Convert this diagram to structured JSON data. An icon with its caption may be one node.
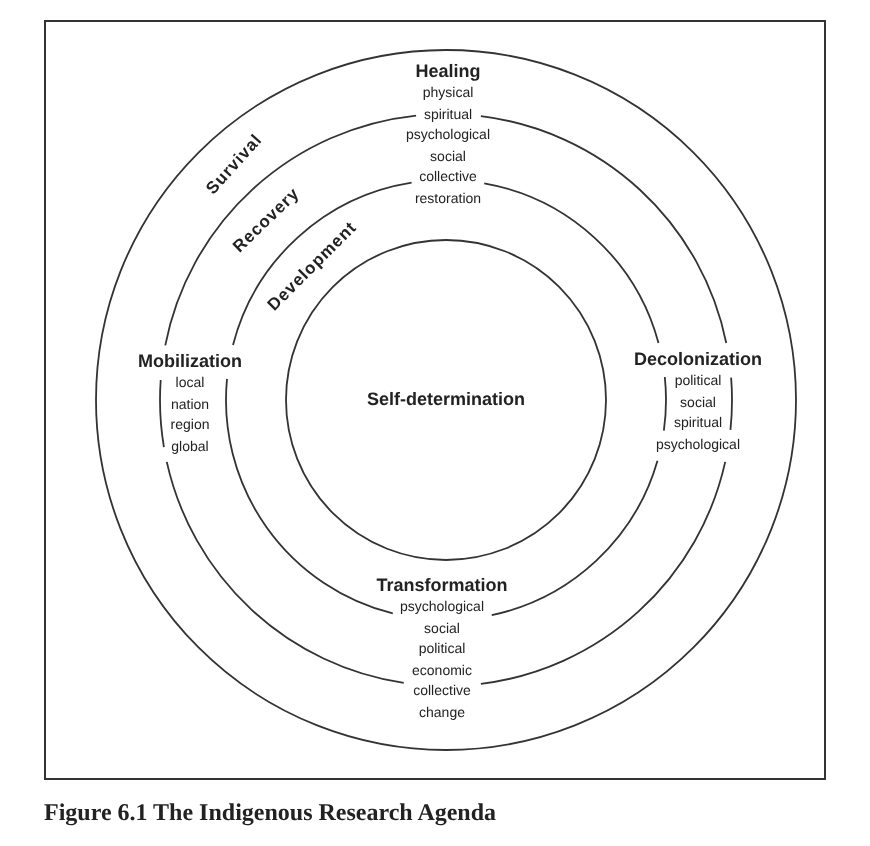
{
  "diagram": {
    "caption": "Figure 6.1 The Indigenous Research Agenda",
    "nodes": [
      {
        "text": [],
        "shape": "circle"
      },
      {
        "text": [],
        "shape": "circle",
        "in": 0
      },
      {
        "text": [],
        "shape": "circle",
        "in": 1
      },
      {
        "text": [
          "Self-determination"
        ],
        "in": 2
      }
    ],
    "labels": [
      "Healing",
      "physical",
      "spiritual",
      "psychological",
      "social",
      "collective",
      "restoration",
      "Survival",
      "Recovery",
      "Development",
      "Mobilization",
      "local",
      "nation",
      "region",
      "global",
      "Decolonization",
      "political",
      "social",
      "spiritual",
      "psychological",
      "Transformation",
      "psychological",
      "social",
      "political",
      "economic",
      "collective",
      "change"
    ]
  }
}
